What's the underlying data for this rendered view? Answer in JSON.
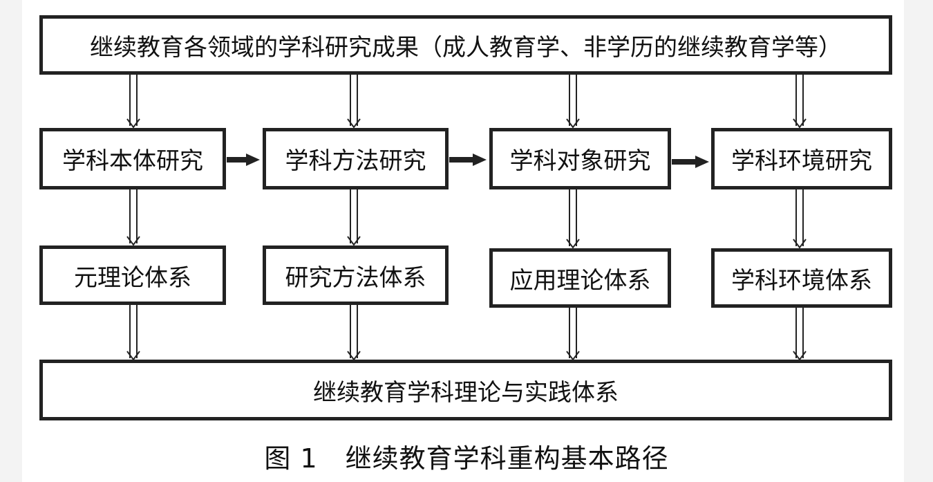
{
  "top_box": "继续教育各领域的学科研究成果（成人教育学、非学历的继续教育学等）",
  "studies": [
    "学科本体研究",
    "学科方法研究",
    "学科对象研究",
    "学科环境研究"
  ],
  "systems": [
    "元理论体系",
    "研究方法体系",
    "应用理论体系",
    "学科环境体系"
  ],
  "bottom_box": "继续教育学科理论与实践体系",
  "caption": {
    "number": "图 1",
    "title": "继续教育学科重构基本路径"
  },
  "colors": {
    "stroke": "#222222",
    "background": "#ffffff",
    "margin_band": "#f3f3f3"
  }
}
